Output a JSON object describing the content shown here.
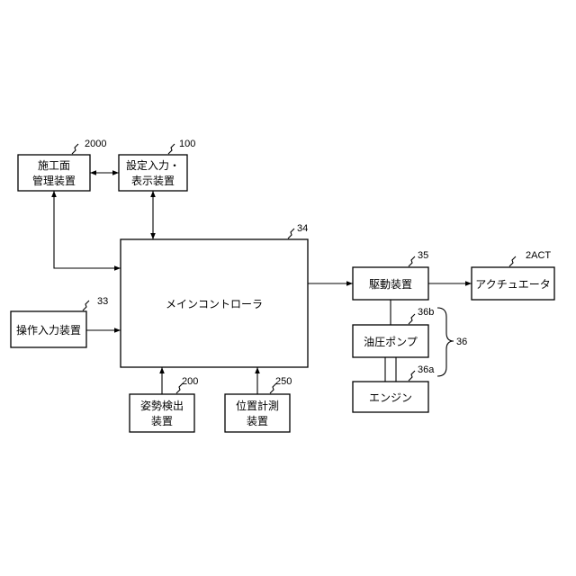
{
  "blocks": {
    "construction_surface": {
      "line1": "施工面",
      "line2": "管理装置",
      "ref": "2000"
    },
    "settings_io": {
      "line1": "設定入力・",
      "line2": "表示装置",
      "ref": "100"
    },
    "main_controller": {
      "label": "メインコントローラ",
      "ref": "34"
    },
    "operation_input": {
      "label": "操作入力装置",
      "ref": "33"
    },
    "attitude_detect": {
      "line1": "姿勢検出",
      "line2": "装置",
      "ref": "200"
    },
    "position_measure": {
      "line1": "位置計測",
      "line2": "装置",
      "ref": "250"
    },
    "drive_unit": {
      "label": "駆動装置",
      "ref": "35"
    },
    "actuator": {
      "label": "アクチュエータ",
      "ref": "2ACT"
    },
    "hydraulic_pump": {
      "label": "油圧ポンプ",
      "ref": "36b"
    },
    "engine": {
      "label": "エンジン",
      "ref": "36a"
    },
    "power_group": {
      "ref": "36"
    }
  },
  "colors": {
    "line": "#000000",
    "background": "#ffffff"
  }
}
